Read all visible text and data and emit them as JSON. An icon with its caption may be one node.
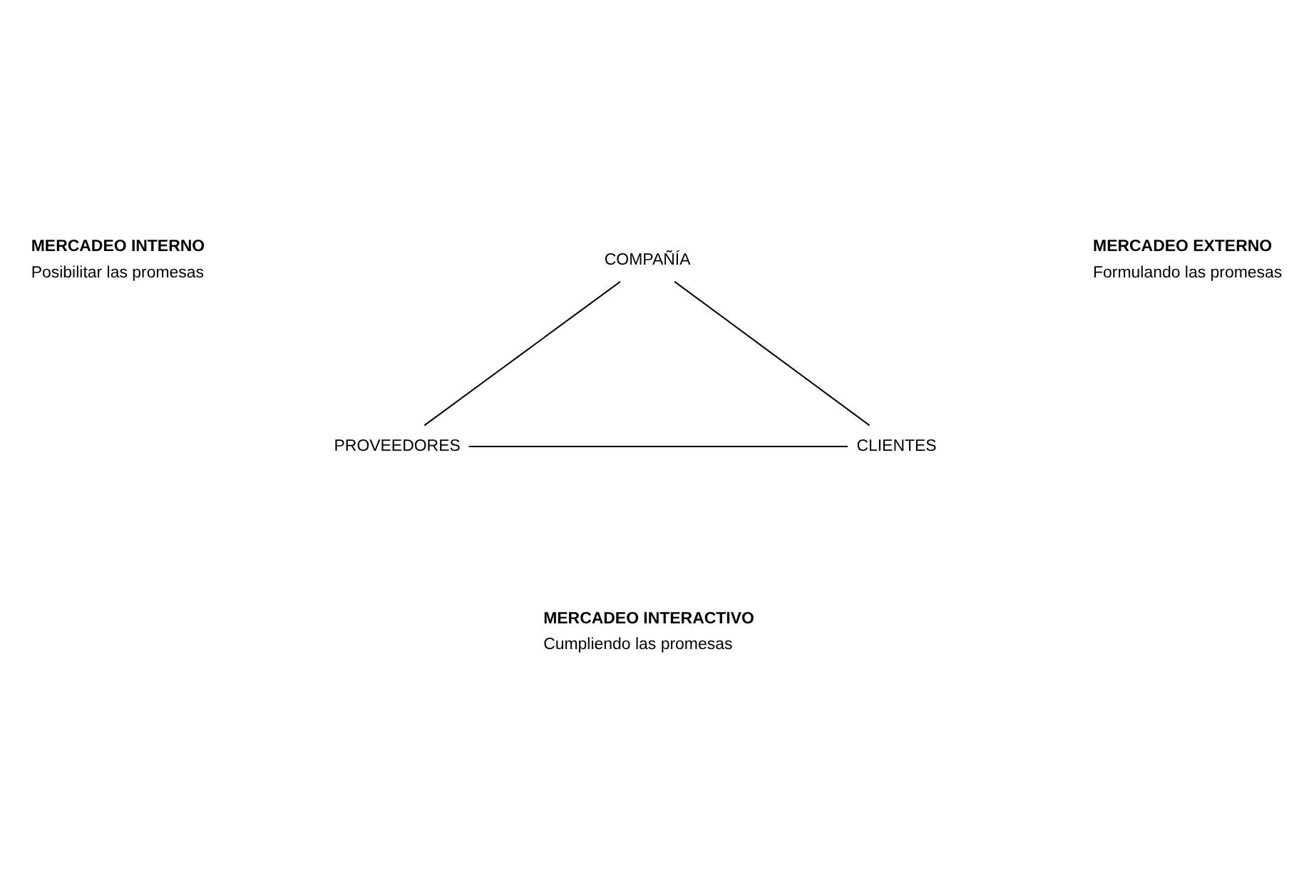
{
  "diagram": {
    "nodes": [
      {
        "text": [
          "COMPAÑÍA"
        ]
      },
      {
        "text": [
          "PROVEEDORES"
        ]
      },
      {
        "text": [
          "CLIENTES"
        ]
      }
    ],
    "edges": [
      {
        "from": 0,
        "to": 1,
        "arrow": "none"
      },
      {
        "from": 0,
        "to": 2,
        "arrow": "none"
      },
      {
        "from": 1,
        "to": 2,
        "arrow": "none"
      }
    ],
    "labels": [
      "MERCADEO INTERNO",
      "Posibilitar las promesas",
      "MERCADEO EXTERNO",
      "Formulando las promesas",
      "MERCADEO INTERACTIVO",
      "Cumpliendo las promesas"
    ]
  }
}
